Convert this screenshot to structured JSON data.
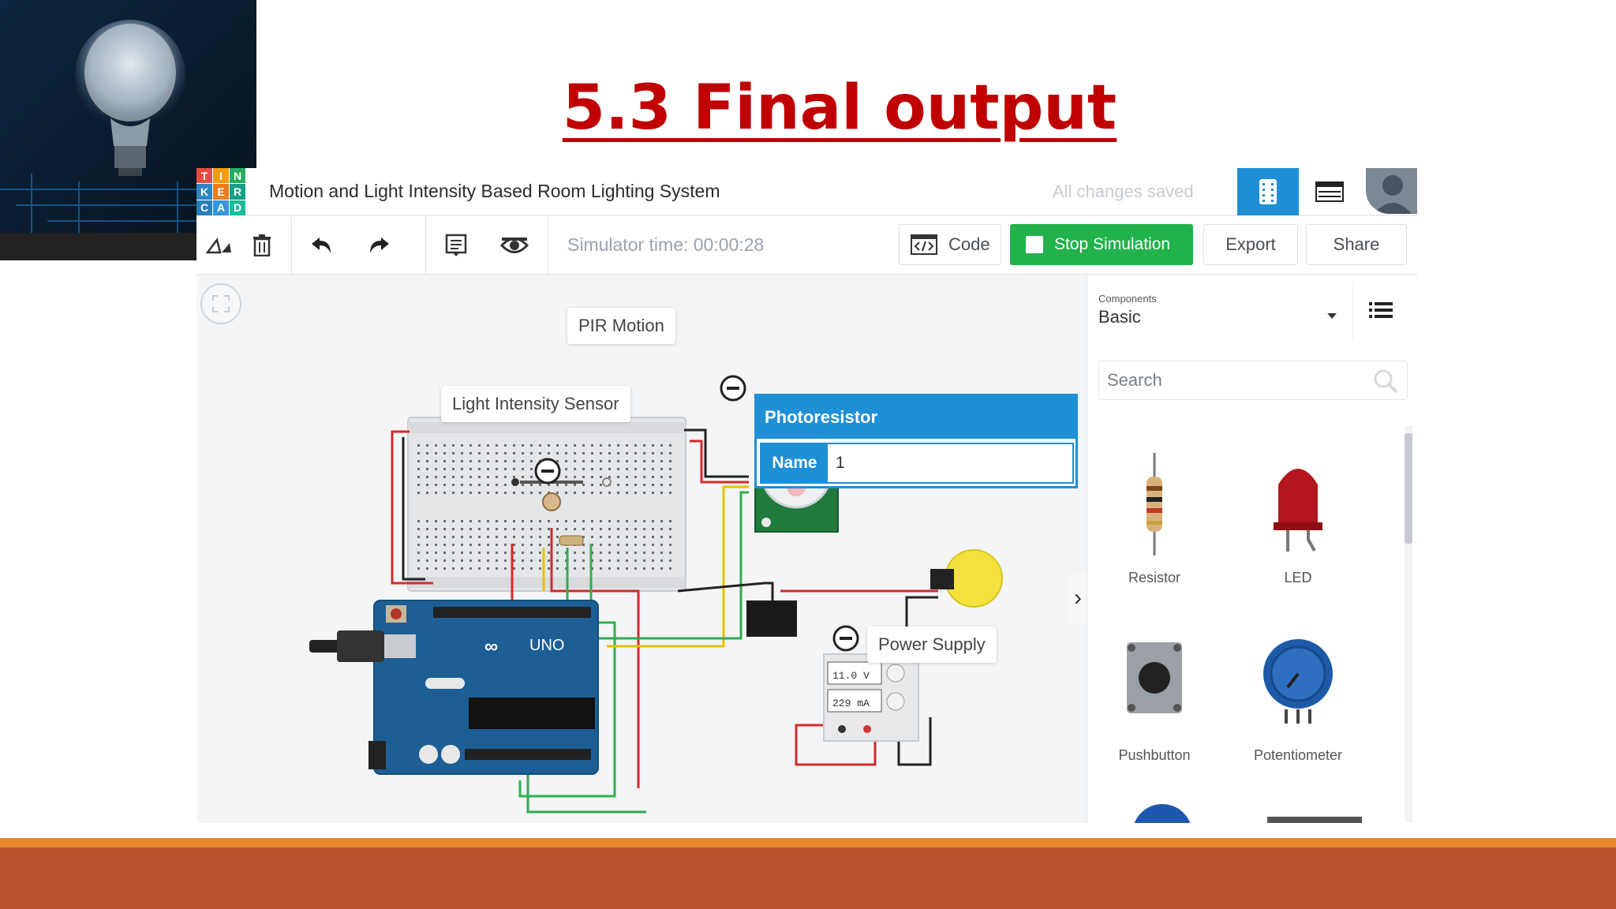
{
  "slide": {
    "title": "5.3 Final output"
  },
  "app": {
    "project_title": "Motion and Light Intensity Based Room Lighting System",
    "save_status": "All changes saved",
    "logo_letters": [
      "T",
      "I",
      "N",
      "K",
      "E",
      "R",
      "C",
      "A",
      "D"
    ],
    "toolbar": {
      "simulator_time": "Simulator time: 00:00:28",
      "code_label": "Code",
      "stop_simulation_label": "Stop Simulation",
      "export_label": "Export",
      "share_label": "Share"
    },
    "property_panel": {
      "header": "Photoresistor",
      "name_label": "Name",
      "name_value": "1"
    },
    "canvas_labels": {
      "pir_motion": "PIR Motion",
      "light_intensity_sensor": "Light Intensity Sensor",
      "power_supply": "Power Supply",
      "power_voltage": "11.0 V",
      "power_current": "229 mA",
      "arduino_model": "UNO"
    },
    "sidebar": {
      "components_label": "Components",
      "components_value": "Basic",
      "search_placeholder": "Search",
      "components": [
        "Resistor",
        "LED",
        "Pushbutton",
        "Potentiometer"
      ]
    }
  },
  "colors": {
    "title_red": "#c00000",
    "tinkercad_blue": "#1f8fd6",
    "stop_green": "#21b24b",
    "footer_orange": "#e8872a",
    "footer_rust": "#b7542e"
  }
}
